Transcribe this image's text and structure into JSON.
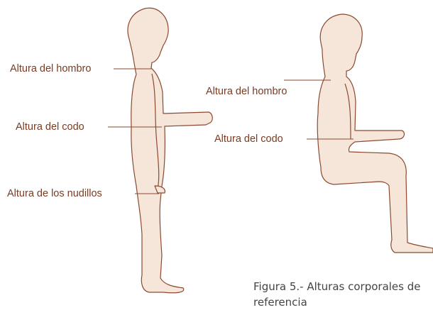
{
  "colors": {
    "skin_fill": "#f6e6da",
    "outline": "#8b4a30",
    "label_text": "#7a3b22",
    "caption_text": "#444444"
  },
  "standing_figure": {
    "shoulder_label": "Altura del hombro",
    "elbow_label": "Altura del codo",
    "knuckle_label": "Altura de los nudillos"
  },
  "seated_figure": {
    "shoulder_label": "Altura del hombro",
    "elbow_label": "Altura del codo"
  },
  "caption": "Figura 5.- Alturas corporales de referencia"
}
